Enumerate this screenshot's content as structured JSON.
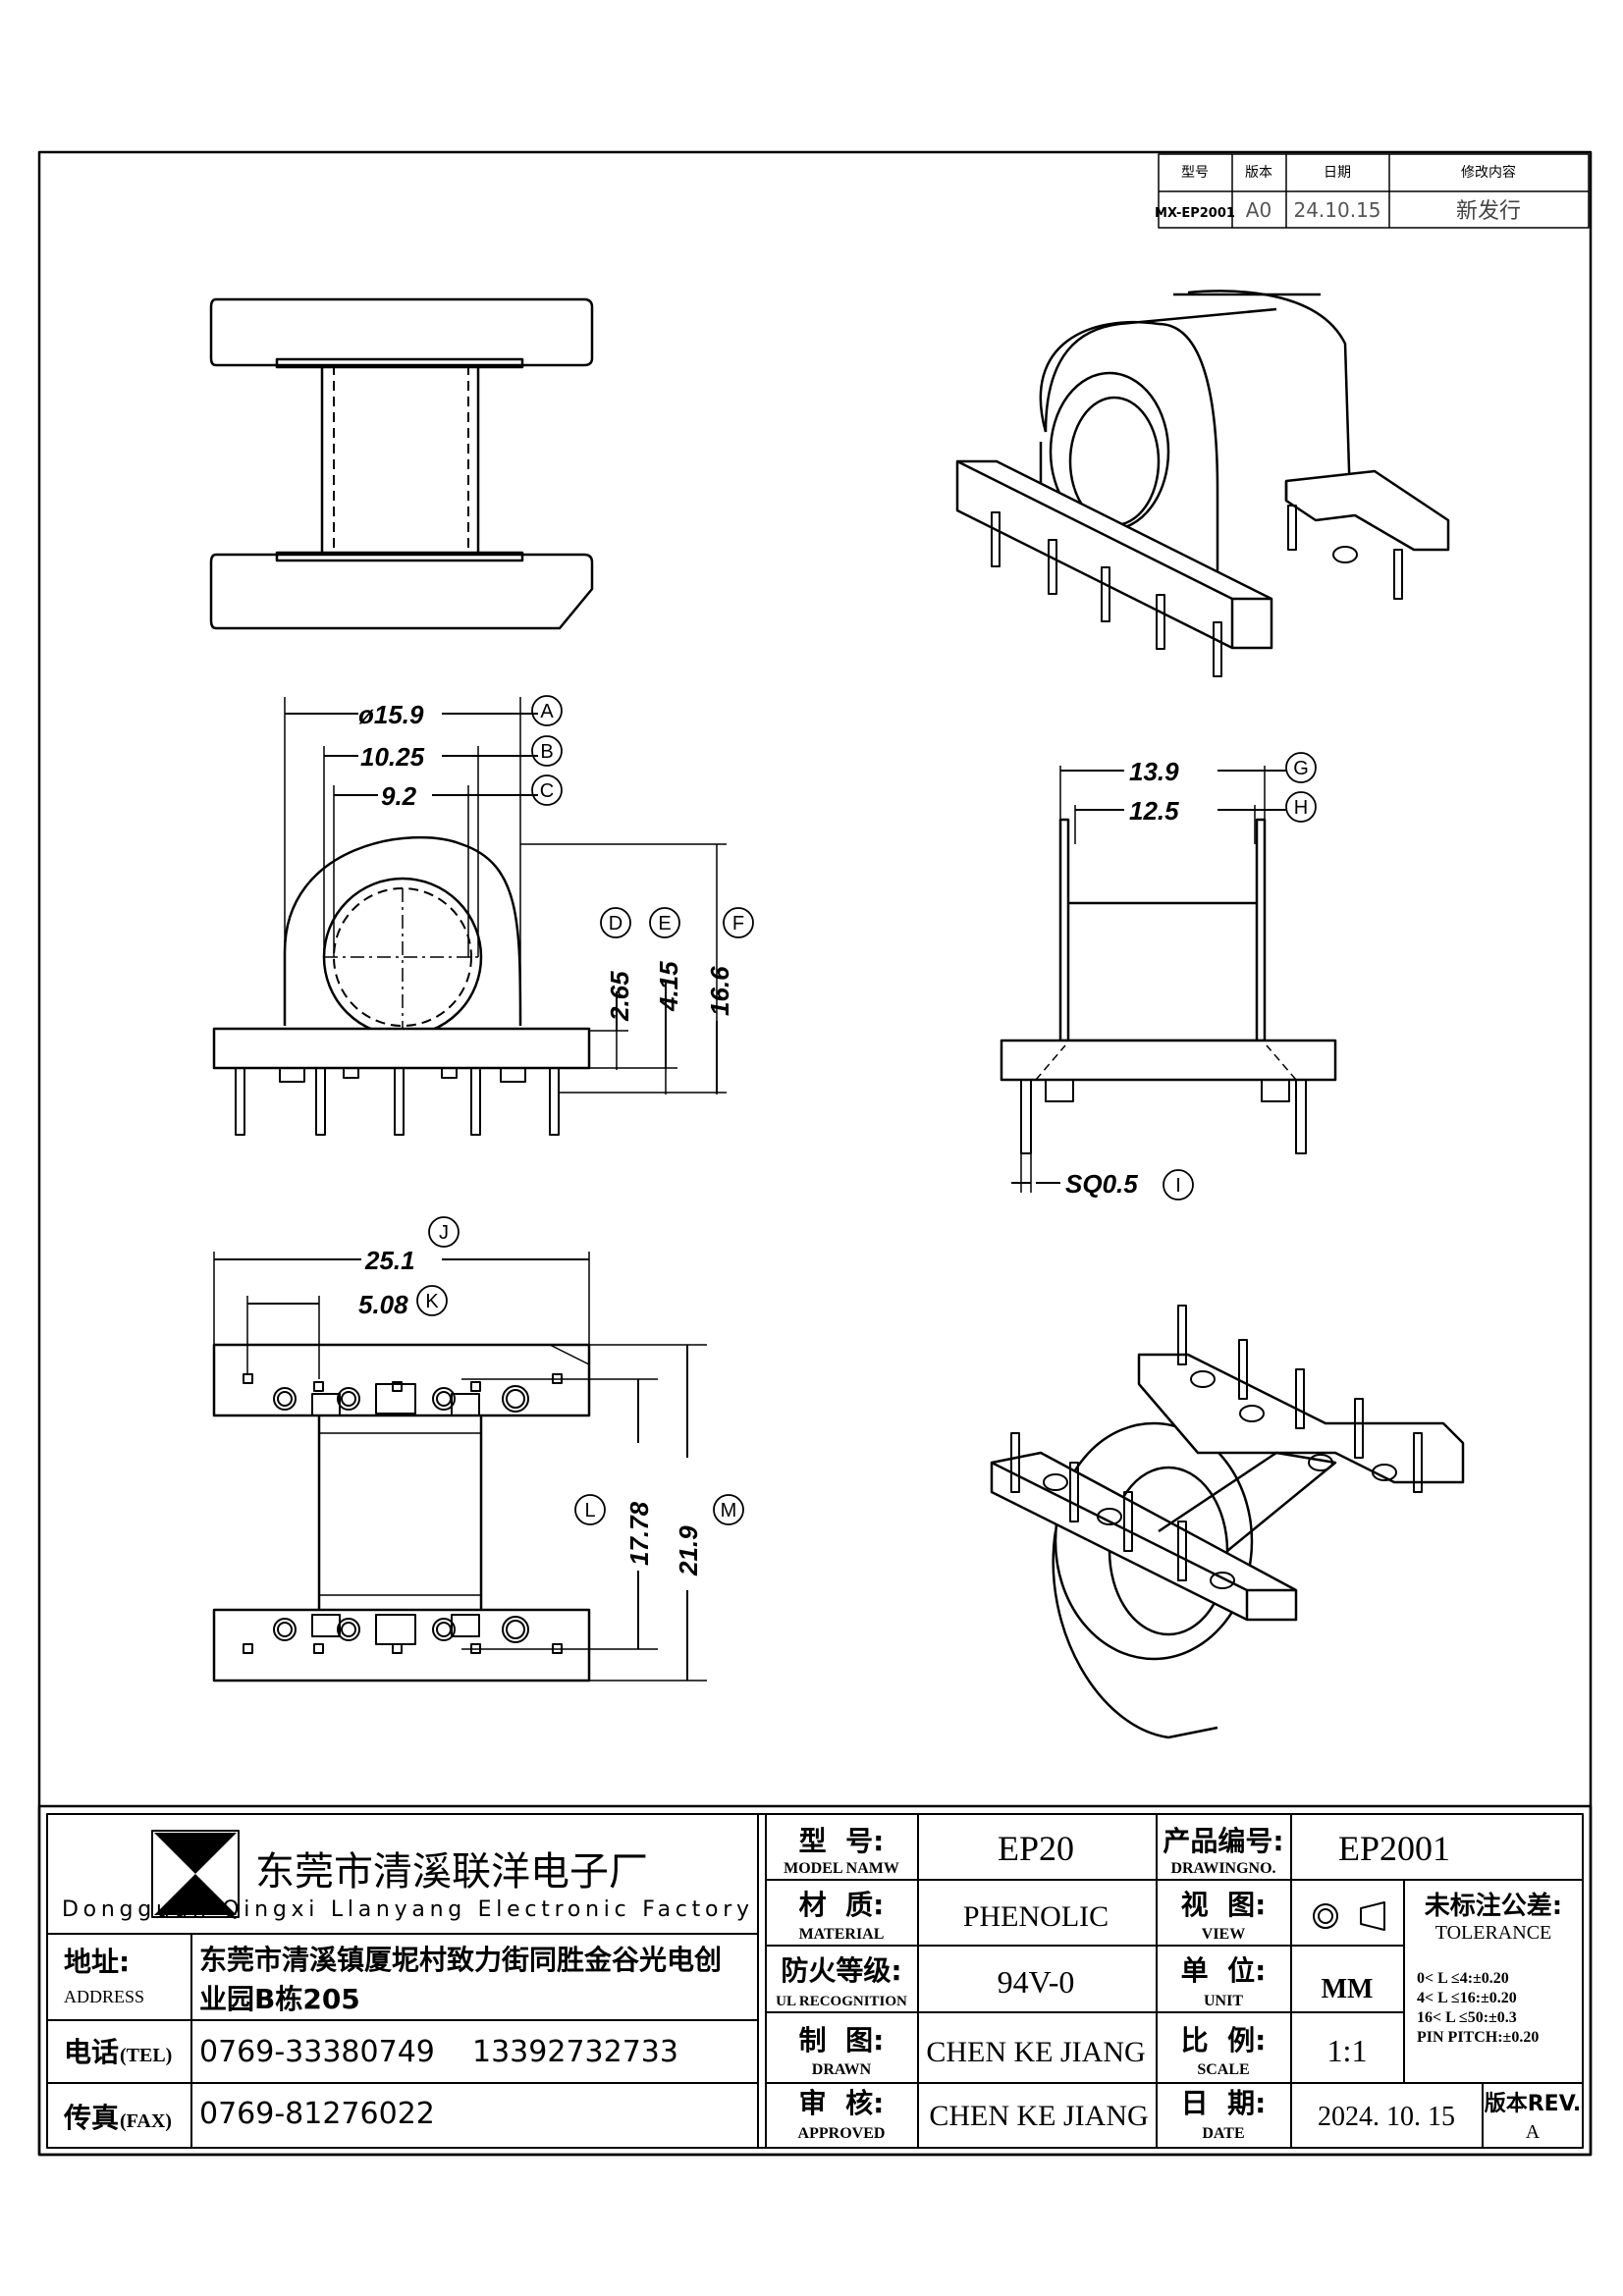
{
  "revision_table": {
    "headers": [
      "型号",
      "版本",
      "日期",
      "修改内容"
    ],
    "row": [
      "MX-EP2001",
      "A0",
      "24.10.15",
      "新发行"
    ]
  },
  "dimensions": {
    "d_a": "ø15.9",
    "d_b": "10.25",
    "d_c": "9.2",
    "d_d": "2.65",
    "d_e": "4.15",
    "d_f": "16.6",
    "d_g": "13.9",
    "d_h": "12.5",
    "d_i": "SQ0.5",
    "d_j": "25.1",
    "d_k": "5.08",
    "d_l": "17.78",
    "d_m": "21.9"
  },
  "callouts": {
    "a": "A",
    "b": "B",
    "c": "C",
    "d": "D",
    "e": "E",
    "f": "F",
    "g": "G",
    "h": "H",
    "i": "I",
    "j": "J",
    "k": "K",
    "l": "L",
    "m": "M"
  },
  "company": {
    "name_cn": "东莞市清溪联洋电子厂",
    "name_en": "Dongguan Qingxi Llanyang Electronic Factory",
    "address_label_cn": "地址:",
    "address_label_en": "ADDRESS",
    "address_line1": "东莞市清溪镇厦坭村致力街同胜金谷光电创",
    "address_line2": "业园B栋205",
    "tel_label_cn": "电话",
    "tel_label_en": "(TEL)",
    "tel_value": "0769-33380749    13392732733",
    "fax_label_cn": "传真",
    "fax_label_en": "(FAX)",
    "fax_value": "0769-81276022"
  },
  "title_block": {
    "model_label_cn": "型  号:",
    "model_label_en": "MODEL NAMW",
    "model_value": "EP20",
    "material_label_cn": "材  质:",
    "material_label_en": "MATERIAL",
    "material_value": "PHENOLIC",
    "fire_label_cn": "防火等级:",
    "fire_label_en": "UL RECOGNITION",
    "fire_value": "94V-0",
    "drawn_label_cn": "制  图:",
    "drawn_label_en": "DRAWN",
    "drawn_value": "CHEN KE JIANG",
    "approved_label_cn": "审  核:",
    "approved_label_en": "APPROVED",
    "approved_value": "CHEN KE JIANG",
    "drawing_no_label_cn": "产品编号:",
    "drawing_no_label_en": "DRAWINGNO.",
    "drawing_no_value": "EP2001",
    "view_label_cn": "视  图:",
    "view_label_en": "VIEW",
    "unit_label_cn": "单  位:",
    "unit_label_en": "UNIT",
    "unit_value": "MM",
    "scale_label_cn": "比  例:",
    "scale_label_en": "SCALE",
    "scale_value": "1:1",
    "date_label_cn": "日  期:",
    "date_label_en": "DATE",
    "date_value": "2024. 10. 15",
    "tolerance_label_cn": "未标注公差:",
    "tolerance_label_en": "TOLERANCE",
    "tolerance_lines": [
      "0< L ≤4:±0.20",
      "4< L ≤16:±0.20",
      "16< L ≤50:±0.3",
      "PIN PITCH:±0.20"
    ],
    "rev_label": "版本REV.",
    "rev_value": "A"
  }
}
